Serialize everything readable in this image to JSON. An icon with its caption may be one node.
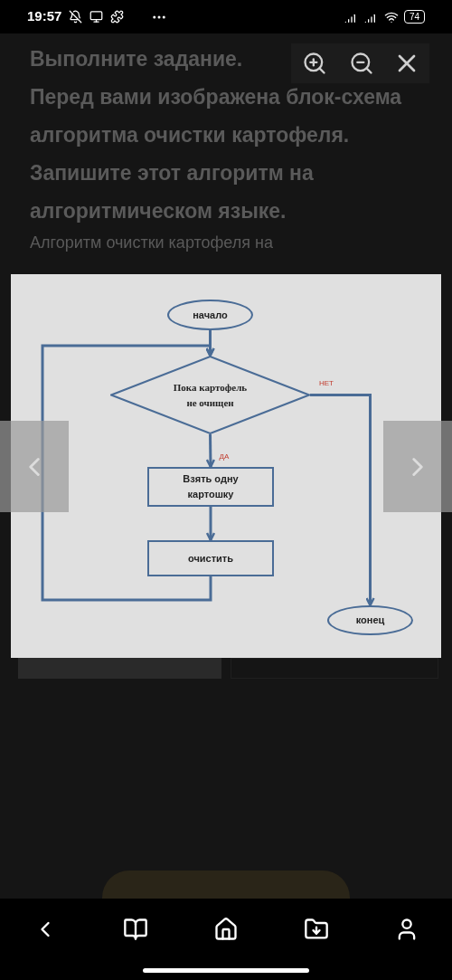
{
  "diagram": {
    "nodes": [
      {
        "text": [
          "начало"
        ]
      },
      {
        "text": [
          "Пока картофель не очищен"
        ]
      },
      {
        "text": [
          "Взять одну картошку"
        ]
      },
      {
        "text": [
          "очистить"
        ]
      },
      {
        "text": [
          "конец"
        ]
      }
    ],
    "edges": [
      {
        "from": 0,
        "to": 1,
        "arrow": "to"
      },
      {
        "from": 1,
        "to": 2,
        "arrow": "to",
        "label": "ДА"
      },
      {
        "from": 2,
        "to": 3,
        "arrow": "to"
      },
      {
        "from": 3,
        "to": 1,
        "arrow": "to"
      },
      {
        "from": 1,
        "to": 4,
        "arrow": "to",
        "label": "НЕТ"
      }
    ],
    "labels": [
      "19:57",
      "74",
      "Выполните задание. Перед вами изображена блок-схема алгоритма очистки картофеля. Запишите этот алгоритм на алгоритмическом языке.",
      "Алгоритм очистки картофеля на"
    ]
  }
}
